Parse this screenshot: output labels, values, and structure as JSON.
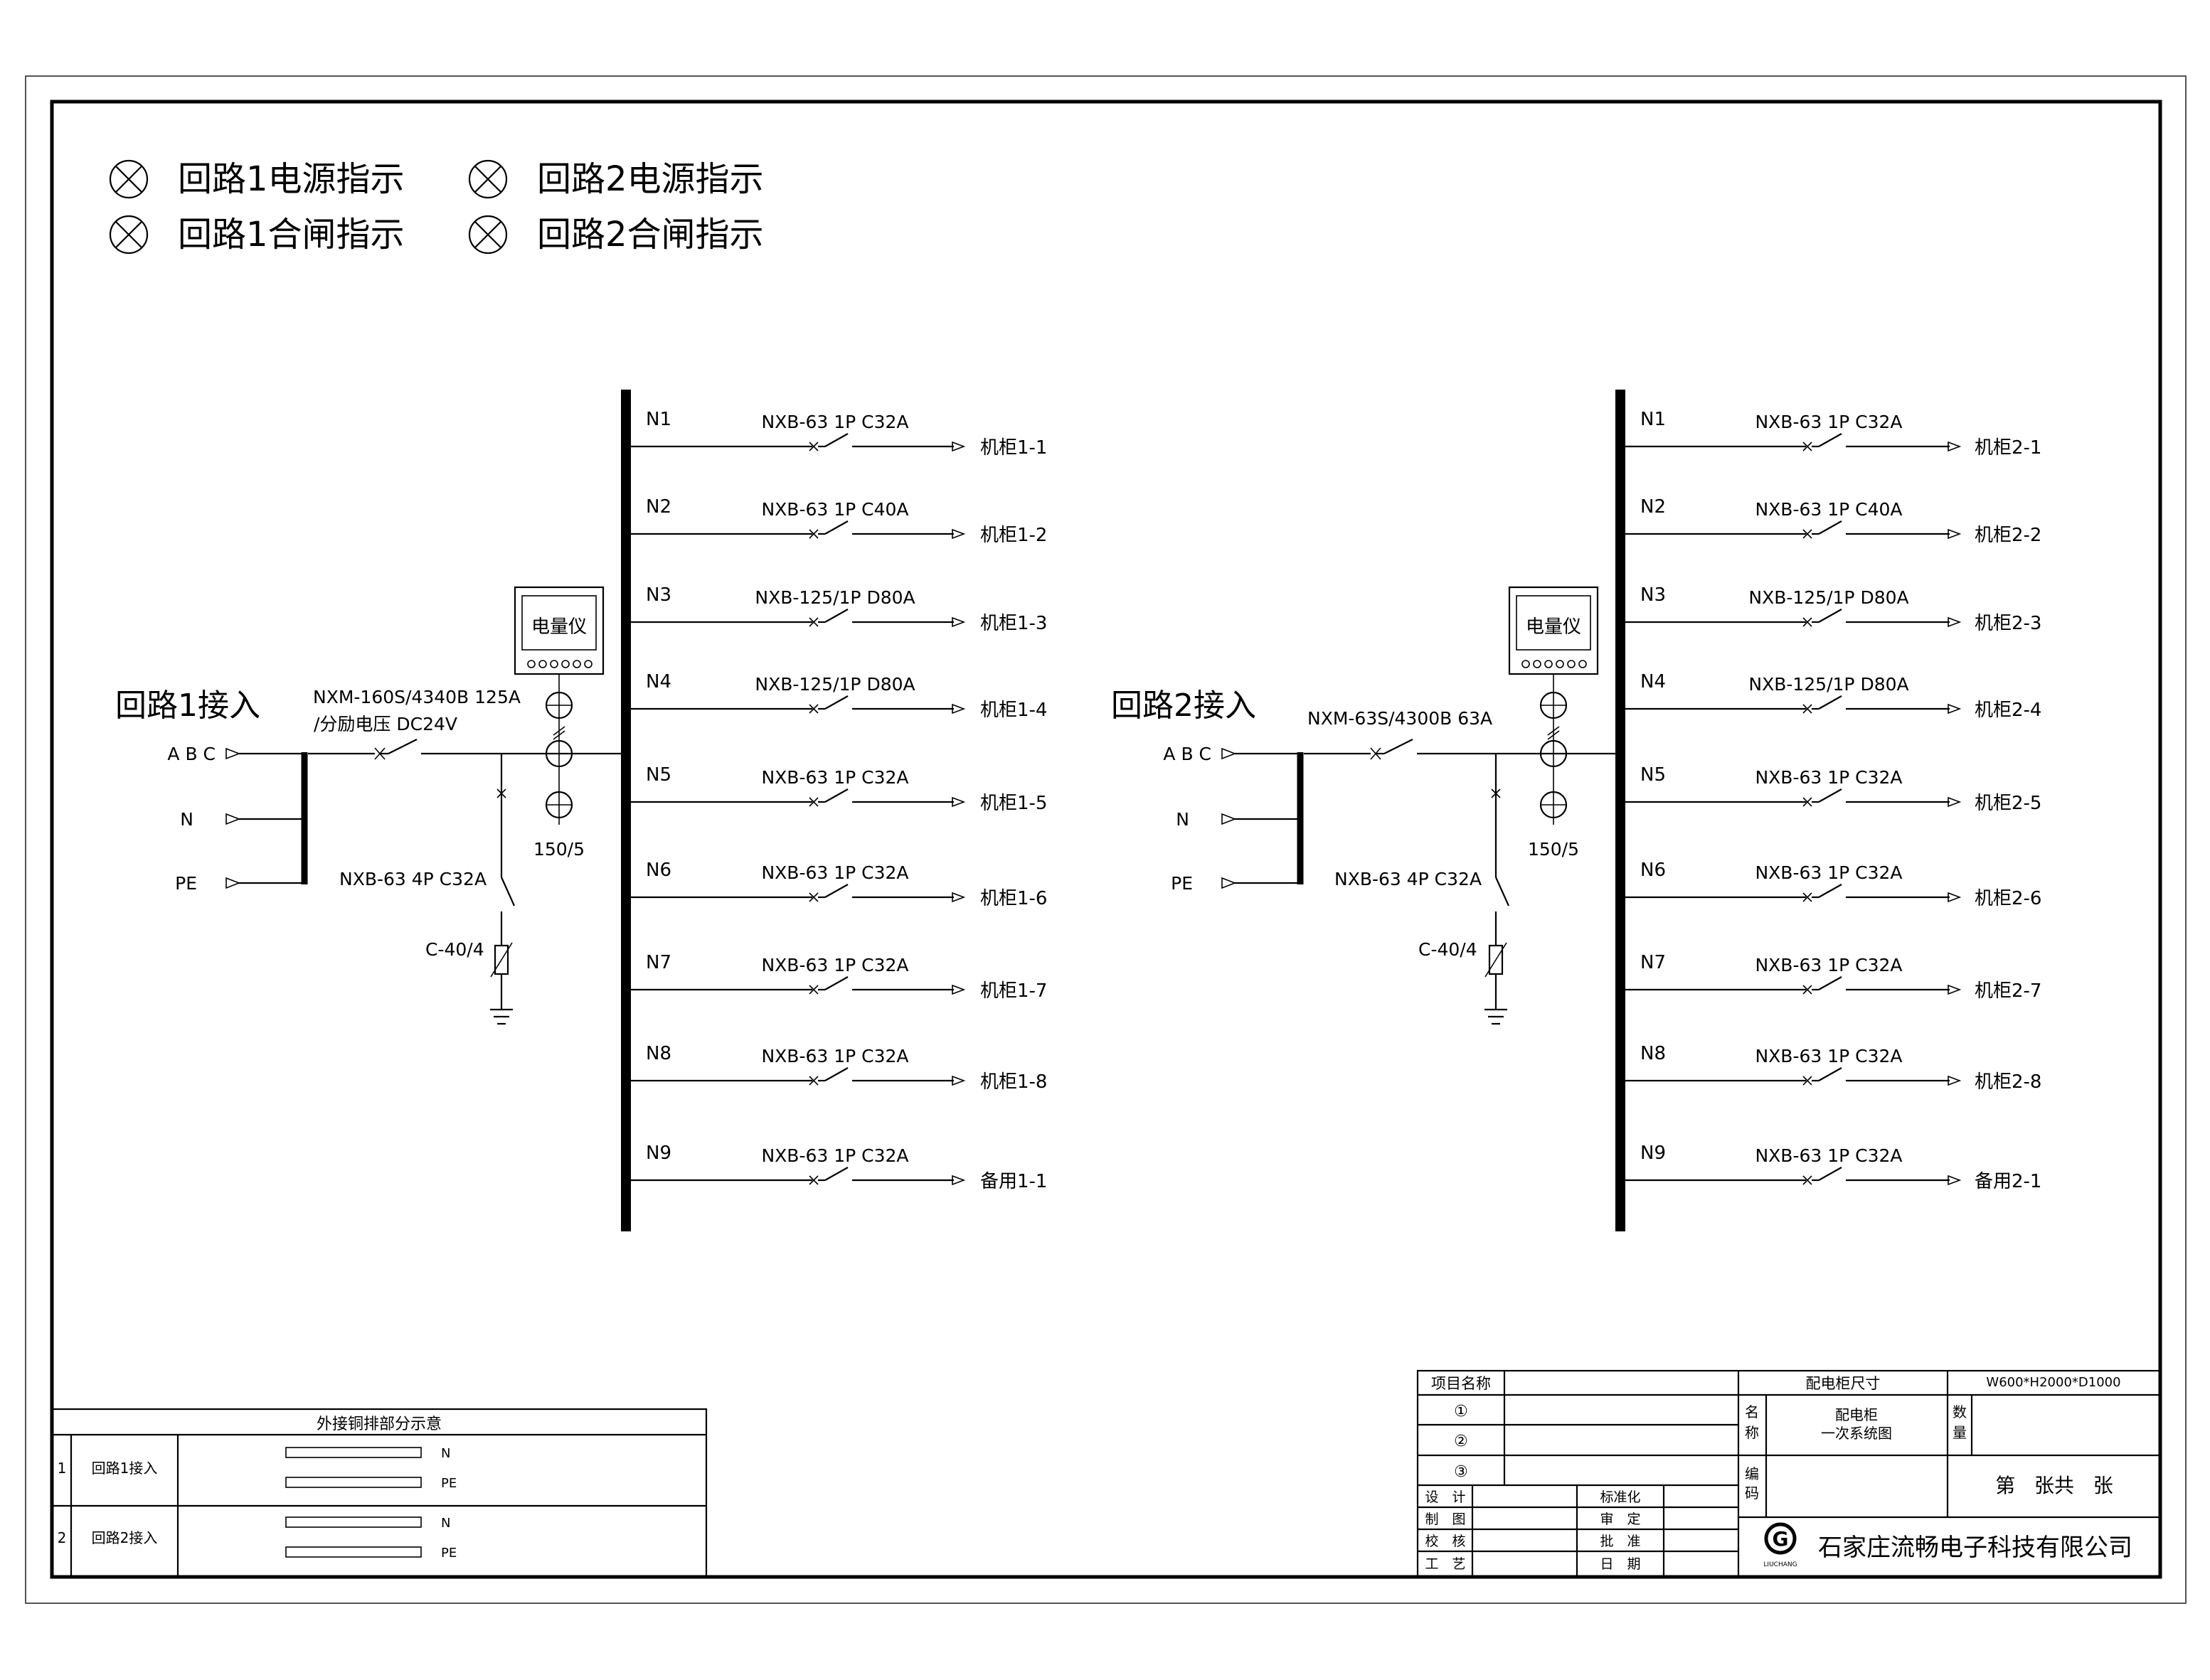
{
  "indicators": [
    {
      "label": "回路1电源指示"
    },
    {
      "label": "回路2电源指示"
    },
    {
      "label": "回路1合闸指示"
    },
    {
      "label": "回路2合闸指示"
    }
  ],
  "circuits": [
    {
      "title": "回路1接入",
      "phase_labels": [
        "A B C",
        "N",
        "PE"
      ],
      "main_breaker": "NXM-160S/4340B 125A",
      "main_breaker_note": "/分励电压 DC24V",
      "meter_label": "电量仪",
      "ct_ratio": "150/5",
      "spd_breaker": "NXB-63 4P C32A",
      "spd": "C-40/4",
      "branches": [
        {
          "id": "N1",
          "breaker": "NXB-63 1P C32A",
          "load": "机柜1-1"
        },
        {
          "id": "N2",
          "breaker": "NXB-63 1P C40A",
          "load": "机柜1-2"
        },
        {
          "id": "N3",
          "breaker": "NXB-125/1P D80A",
          "load": "机柜1-3"
        },
        {
          "id": "N4",
          "breaker": "NXB-125/1P D80A",
          "load": "机柜1-4"
        },
        {
          "id": "N5",
          "breaker": "NXB-63 1P C32A",
          "load": "机柜1-5"
        },
        {
          "id": "N6",
          "breaker": "NXB-63 1P C32A",
          "load": "机柜1-6"
        },
        {
          "id": "N7",
          "breaker": "NXB-63 1P C32A",
          "load": "机柜1-7"
        },
        {
          "id": "N8",
          "breaker": "NXB-63 1P C32A",
          "load": "机柜1-8"
        },
        {
          "id": "N9",
          "breaker": "NXB-63 1P C32A",
          "load": "备用1-1"
        }
      ]
    },
    {
      "title": "回路2接入",
      "phase_labels": [
        "A B C",
        "N",
        "PE"
      ],
      "main_breaker": "NXM-63S/4300B 63A",
      "main_breaker_note": "",
      "meter_label": "电量仪",
      "ct_ratio": "150/5",
      "spd_breaker": "NXB-63 4P C32A",
      "spd": "C-40/4",
      "branches": [
        {
          "id": "N1",
          "breaker": "NXB-63 1P C32A",
          "load": "机柜2-1"
        },
        {
          "id": "N2",
          "breaker": "NXB-63 1P C40A",
          "load": "机柜2-2"
        },
        {
          "id": "N3",
          "breaker": "NXB-125/1P D80A",
          "load": "机柜2-3"
        },
        {
          "id": "N4",
          "breaker": "NXB-125/1P D80A",
          "load": "机柜2-4"
        },
        {
          "id": "N5",
          "breaker": "NXB-63 1P C32A",
          "load": "机柜2-5"
        },
        {
          "id": "N6",
          "breaker": "NXB-63 1P C32A",
          "load": "机柜2-6"
        },
        {
          "id": "N7",
          "breaker": "NXB-63 1P C32A",
          "load": "机柜2-7"
        },
        {
          "id": "N8",
          "breaker": "NXB-63 1P C32A",
          "load": "机柜2-8"
        },
        {
          "id": "N9",
          "breaker": "NXB-63 1P C32A",
          "load": "备用2-1"
        }
      ]
    }
  ],
  "busbar_table": {
    "title": "外接铜排部分示意",
    "rows": [
      {
        "no": "1",
        "name": "回路1接入",
        "bars": [
          "N",
          "PE"
        ]
      },
      {
        "no": "2",
        "name": "回路2接入",
        "bars": [
          "N",
          "PE"
        ]
      }
    ]
  },
  "title_block": {
    "project_label": "项目名称",
    "items": [
      "①",
      "②",
      "③"
    ],
    "size_label": "配电柜尺寸",
    "size_value": "W600*H2000*D1000",
    "name_label": [
      "名",
      "称"
    ],
    "name_value": [
      "配电柜",
      "一次系统图"
    ],
    "qty_label": [
      "数",
      "量"
    ],
    "code_label": [
      "编",
      "码"
    ],
    "sheet": "第   张共   张",
    "roles_left": [
      "设　计",
      "制　图",
      "校　核",
      "工　艺"
    ],
    "roles_right": [
      "标准化",
      "审　定",
      "批　准",
      "日　期"
    ],
    "logo_letter": "G",
    "logo_text": "LIUCHANG",
    "company": "石家庄流畅电子科技有限公司"
  }
}
